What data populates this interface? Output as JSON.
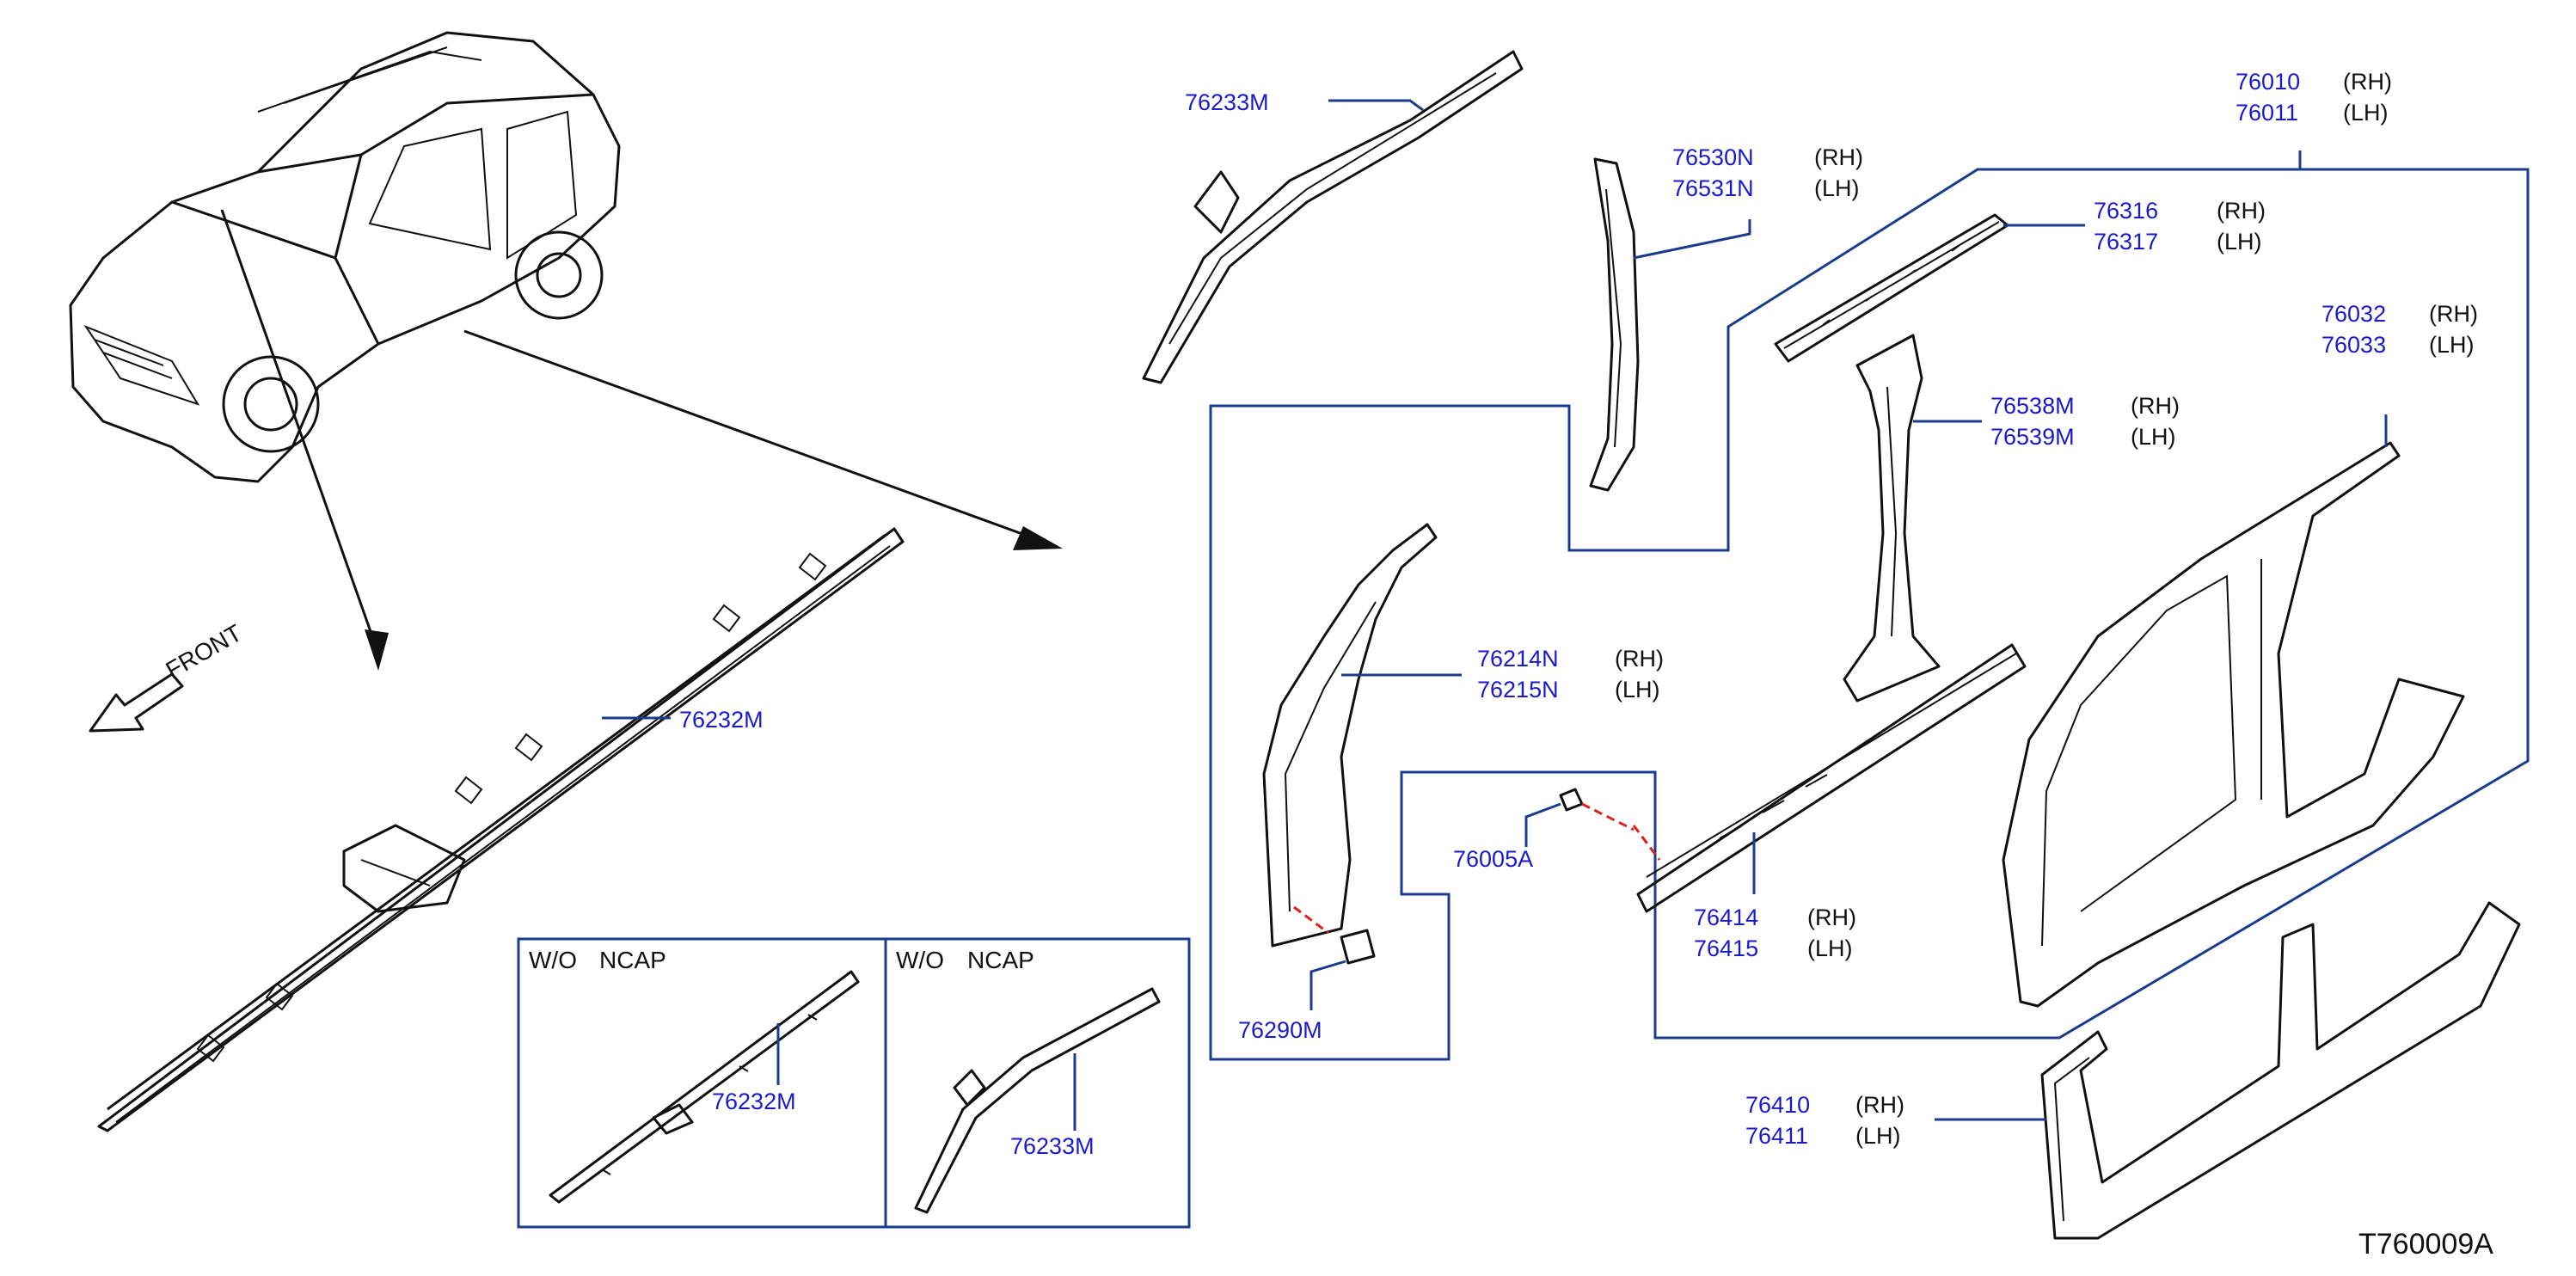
{
  "catalog_id": "T760009A",
  "front_label": "FRONT",
  "colors": {
    "part_number": "#1a1acc",
    "leader_line": "#1a3c8c",
    "fastener_line": "#e02020"
  },
  "callouts": {
    "c76233M_top": "76233M",
    "c76530N": "76530N",
    "c76530N_side": "(RH)",
    "c76531N": "76531N",
    "c76531N_side": "(LH)",
    "c76010": "76010",
    "c76010_side": "(RH)",
    "c76011": "76011",
    "c76011_side": "(LH)",
    "c76316": "76316",
    "c76316_side": "(RH)",
    "c76317": "76317",
    "c76317_side": "(LH)",
    "c76032": "76032",
    "c76032_side": "(RH)",
    "c76033": "76033",
    "c76033_side": "(LH)",
    "c76538M": "76538M",
    "c76538M_side": "(RH)",
    "c76539M": "76539M",
    "c76539M_side": "(LH)",
    "c76214N": "76214N",
    "c76214N_side": "(RH)",
    "c76215N": "76215N",
    "c76215N_side": "(LH)",
    "c76232M_main": "76232M",
    "c76005A": "76005A",
    "c76414": "76414",
    "c76414_side": "(RH)",
    "c76415": "76415",
    "c76415_side": "(LH)",
    "c76290M": "76290M",
    "c76410": "76410",
    "c76410_side": "(RH)",
    "c76411": "76411",
    "c76411_side": "(LH)"
  },
  "inset_left": {
    "label_wo": "W/O",
    "label_ncap": "NCAP",
    "part": "76232M"
  },
  "inset_right": {
    "label_wo": "W/O",
    "label_ncap": "NCAP",
    "part": "76233M"
  }
}
